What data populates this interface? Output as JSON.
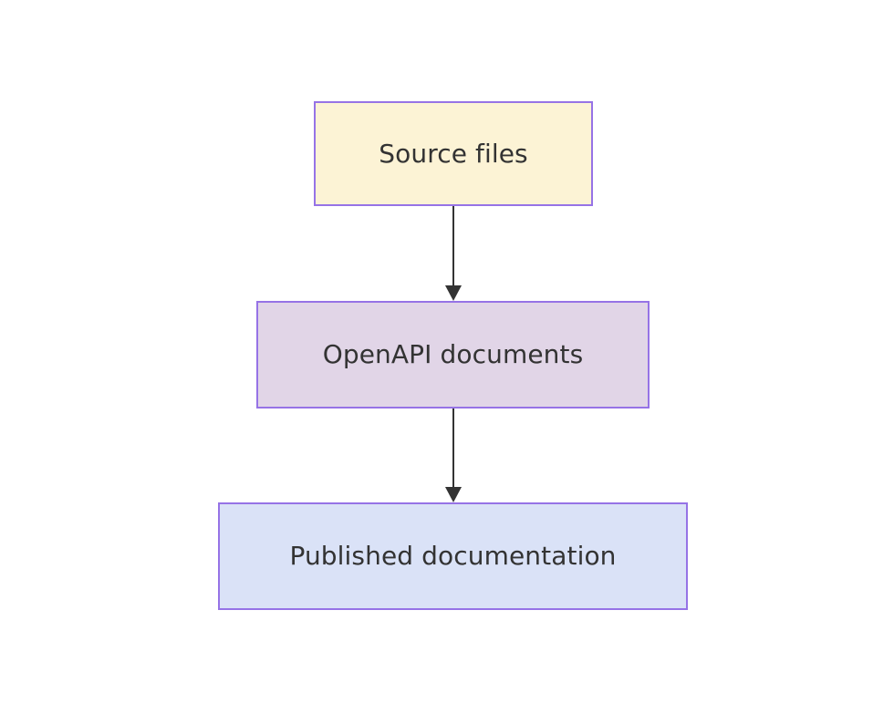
{
  "diagram": {
    "type": "flowchart",
    "direction": "top-to-bottom",
    "background_color": "#ffffff",
    "title": "",
    "nodes": [
      {
        "id": "source-files",
        "label": "Source files",
        "shape": "rectangle",
        "fill_color": "#fcf3d5",
        "border_color": "#9673e6",
        "text_color": "#333333"
      },
      {
        "id": "openapi-documents",
        "label": "OpenAPI documents",
        "shape": "rectangle",
        "fill_color": "#e1d5e7",
        "border_color": "#9673e6",
        "text_color": "#333333"
      },
      {
        "id": "published-documentation",
        "label": "Published documentation",
        "shape": "rectangle",
        "fill_color": "#dae2f7",
        "border_color": "#9673e6",
        "text_color": "#333333"
      }
    ],
    "edges": [
      {
        "id": "edge-source-to-openapi",
        "from": "source-files",
        "to": "openapi-documents",
        "label": "",
        "arrow": "single",
        "color": "#333333"
      },
      {
        "id": "edge-openapi-to-published",
        "from": "openapi-documents",
        "to": "published-documentation",
        "label": "",
        "arrow": "single",
        "color": "#333333"
      }
    ]
  }
}
